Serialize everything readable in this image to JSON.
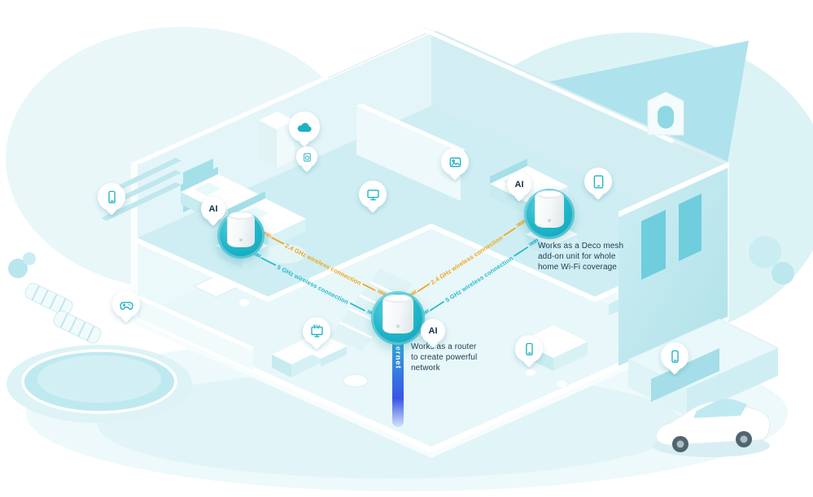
{
  "colors": {
    "accent_teal": "#1FB5C9",
    "band_24": "#F2A41C",
    "band_5": "#27BACD",
    "internet_top": "#2EC1D6",
    "internet_bottom": "#3A55E6",
    "note_text": "#1D3B52",
    "pin_icon": "#1FB0C4",
    "badge_text": "#10314A"
  },
  "badges": {
    "ai": "AI"
  },
  "links": {
    "label_24": "2.4 GHz wireless connection",
    "label_5": "5 GHz wireless connection",
    "chev_left": "«««",
    "chev_right": "»»»"
  },
  "internet": {
    "label": "Internet"
  },
  "notes": {
    "router": {
      "lines": [
        "Works as a router",
        "to create powerful",
        "network"
      ]
    },
    "mesh": {
      "lines": [
        "Works as a Deco mesh",
        "add-on unit for whole",
        "home Wi-Fi coverage"
      ]
    }
  },
  "pins": {
    "tv_label": "TV",
    "icons": [
      "smartphone-icon",
      "cloud-icon",
      "washing-machine-icon",
      "monitor-icon",
      "photo-icon",
      "tablet-icon",
      "gamepad-icon",
      "tv-icon",
      "smartphone-icon",
      "smartphone-icon"
    ]
  }
}
